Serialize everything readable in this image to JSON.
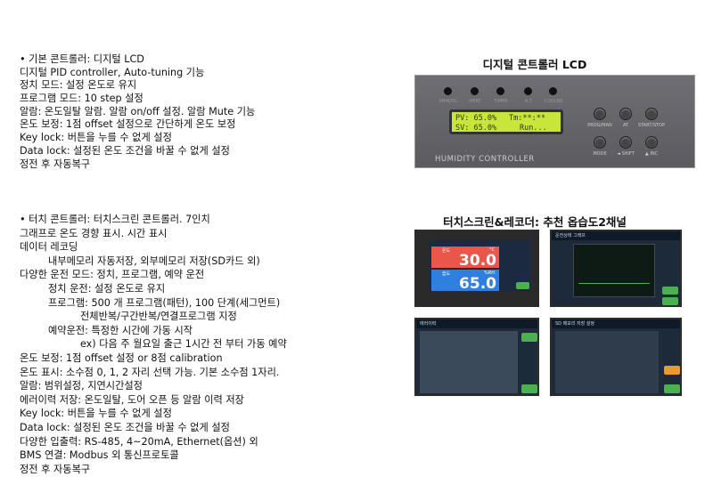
{
  "block1": {
    "lines": [
      "• 기본 콘트롤러: 디지털 LCD",
      "디지털 PID controller, Auto-tuning 기능",
      "정치 모드: 설정 온도로 유지",
      "프로그램 모드: 10 step 설정",
      "알람: 온도일탈 알람. 알람 on/off 설정. 알람 Mute 기능",
      "온도 보정: 1점 offset 설정으로 간단하게 온도 보정",
      "Key lock: 버튼을 누를 수 없게 설정",
      "Data lock: 설정된 온도 조건을 바꿀 수 없게 설정",
      "정전 후 자동복구"
    ]
  },
  "block2": {
    "lines": [
      "• 터치 콘트롤러: 터치스크린 콘트롤러. 7인치",
      "그래프로 온도 경향 표시. 시간 표시",
      "데이터 레코딩",
      "내부메모리 자동저장, 외부메모리 저장(SD카드 외)",
      "다양한 운전 모드: 정치, 프로그램, 예약 운전",
      "정치 운전: 설정 온도로 유지",
      "프로그램: 500 개 프로그램(패턴), 100 단계(세그먼트)",
      "전체반복/구간반복/연결프로그램 지정",
      "예약운전: 특정한 시간에 가동 시작",
      "ex) 다음 주 월요일 출근 1시간 전 부터 가동 예약",
      "온도 보정: 1점 offset 설정 or 8점 calibration",
      "온도 표시: 소수점 0, 1, 2 자리 선택 가능. 기본 소수점 1자리.",
      "알람: 범위설정, 지연시간설정",
      "에러이력 저장: 온도일탈, 도어 오픈 등 알람 이력 저장",
      "Key lock: 버튼을 누를 수 없게 설정",
      "Data lock: 설정된 온도 조건을 바꿀 수 없게 설정",
      "다양한 입출력: RS-485, 4~20mA, Ethernet(옵션) 외",
      "BMS 연결: Modbus 외 통신프로토콜",
      "정전 후 자동복구"
    ]
  },
  "lcd_section": {
    "title": "디지털 콘트롤러 LCD",
    "leds": [
      "MAN/PG",
      "HEAT",
      "TIMER",
      "A.T",
      "COOLER"
    ],
    "display": {
      "pv": "PV:  65.0%",
      "tm": "Tm:**:**",
      "sv": "SV:  65.0%",
      "status": "Run..."
    },
    "buttons": [
      "PROG/MAN",
      "AT",
      "START/STOP",
      "MODE",
      "◄ SHIFT",
      "▲ INC"
    ],
    "brand": "HUMIDITY CONTROLLER",
    "lcd_color": "#c8e53c"
  },
  "touch_section": {
    "title": "터치스크린&레코더: 추천 옵습도2채널",
    "main_screen": {
      "temp_label": "온도",
      "temp_unit": "°C",
      "temp_value": "30.0",
      "hum_label": "습도",
      "hum_unit": "%RH",
      "hum_value": "65.0",
      "temp_color": "#e8574a",
      "hum_color": "#2f7fe0"
    },
    "graph_screen": {
      "title": "운전상태 그래프"
    },
    "error_screen": {
      "title": "에러이력"
    },
    "sd_screen": {
      "title": "SD 메모리 저장 설정"
    }
  }
}
